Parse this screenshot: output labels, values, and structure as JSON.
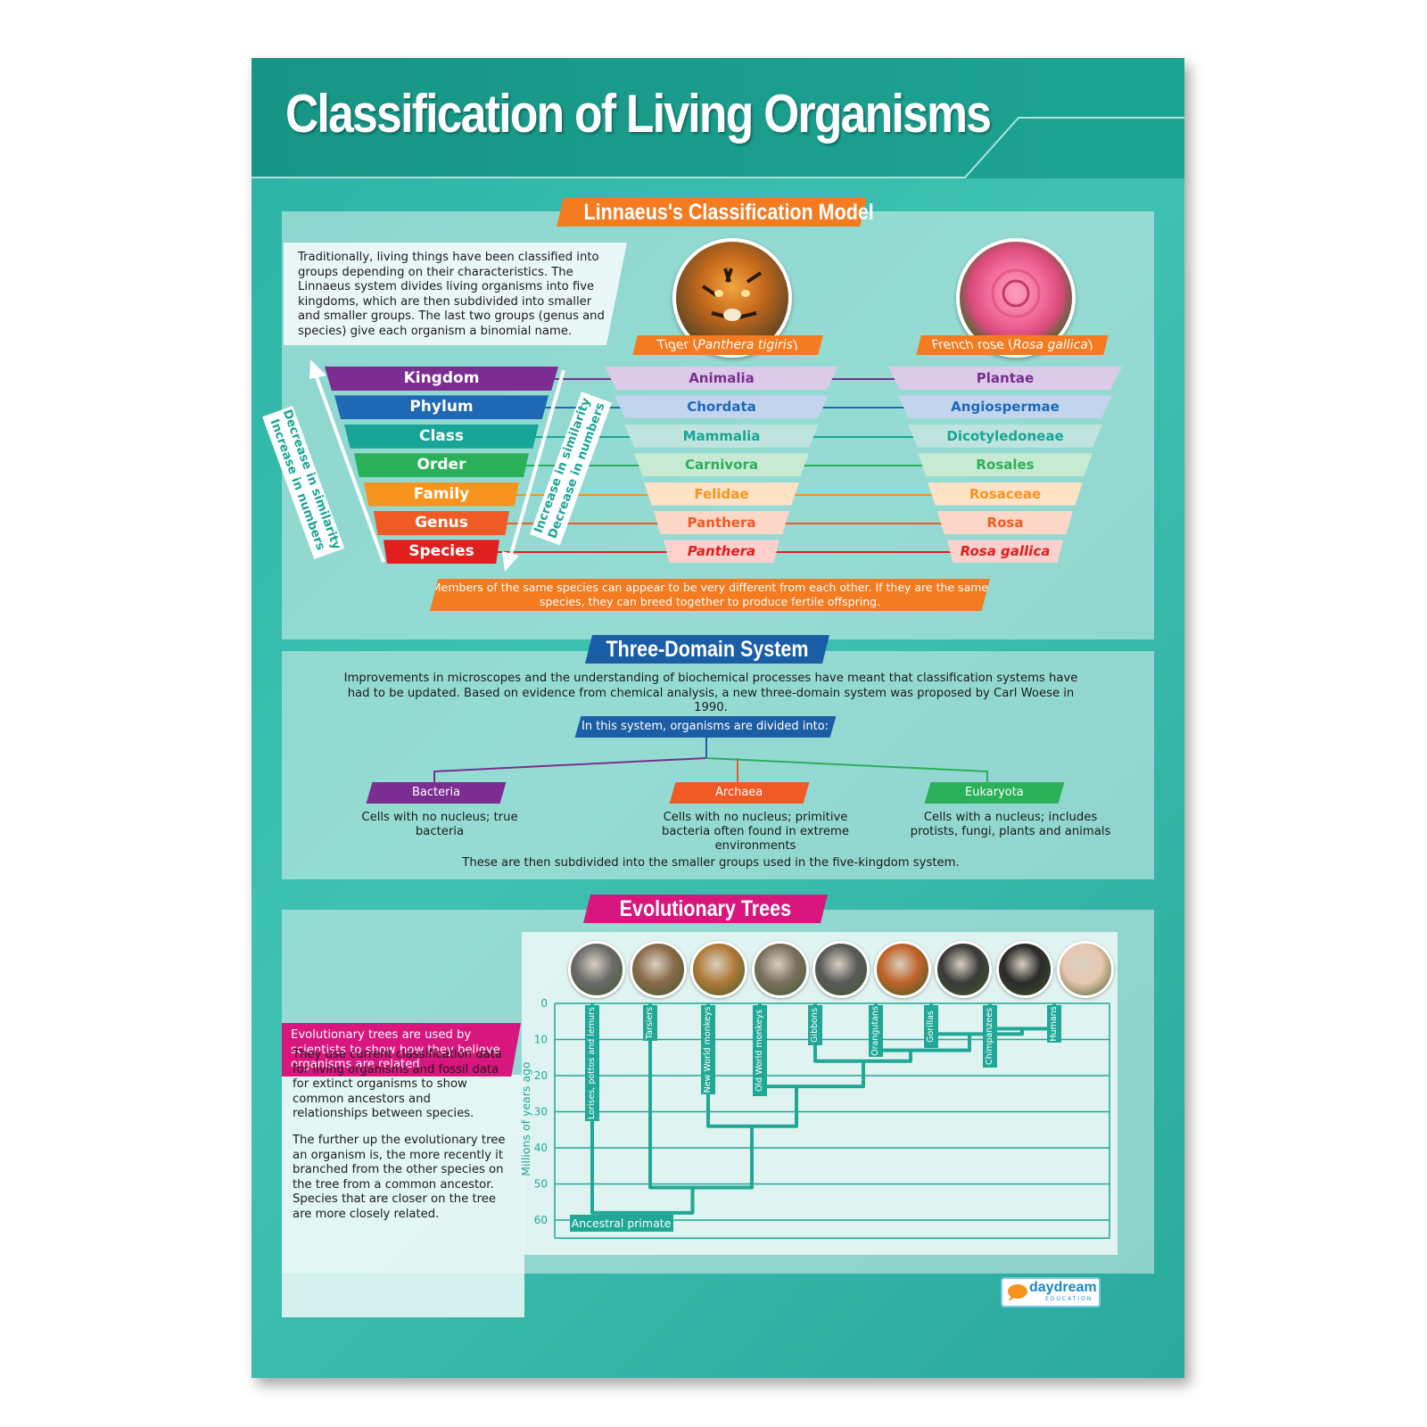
{
  "title": "Classification of Living Organisms",
  "linnaeus": {
    "label": "Linnaeus's Classification Model",
    "intro": "Traditionally, living things have been classified into groups depending on their characteristics. The Linnaeus system divides living organisms into five kingdoms, which are then subdivided into smaller and smaller groups. The last two groups (genus and species) give each organism a binomial name.",
    "tiger_caption": "Tiger (",
    "tiger_latin": "Panthera tigiris",
    "rose_caption": "French rose (",
    "rose_latin": "Rosa gallica",
    "close_paren": ")",
    "ranks": [
      "Kingdom",
      "Phylum",
      "Class",
      "Order",
      "Family",
      "Genus",
      "Species"
    ],
    "tiger": [
      "Animalia",
      "Chordata",
      "Mammalia",
      "Carnivora",
      "Felidae",
      "Panthera",
      "Panthera tigiris"
    ],
    "rose": [
      "Plantae",
      "Angiospermae",
      "Dicotyledoneae",
      "Rosales",
      "Rosaceae",
      "Rosa",
      "Rosa gallica"
    ],
    "left_arrow_line1": "Decrease in similarity",
    "left_arrow_line2": "Increase in numbers",
    "right_arrow_line1": "Increase in similarity",
    "right_arrow_line2": "Decrease in numbers",
    "note": "Members of the same species can appear to be very different from each other. If they are the same species, they can breed together to produce fertile offspring.",
    "colors": [
      "#7b2d91",
      "#1f68b5",
      "#16a596",
      "#2bb05a",
      "#f7941d",
      "#f15a24",
      "#e0201e"
    ],
    "tax_bg": [
      "#dccbe8",
      "#c3d4ee",
      "#bfe4df",
      "#c7ead2",
      "#fde2c6",
      "#fcd7c7",
      "#fbd0cd"
    ],
    "tax_fg": [
      "#7b2d91",
      "#1f68b5",
      "#16a596",
      "#2bb05a",
      "#f7941d",
      "#f15a24",
      "#e0201e"
    ]
  },
  "three_domain": {
    "label": "Three-Domain System",
    "intro": "Improvements in microscopes and the understanding of biochemical processes have meant that classification systems have had to be updated. Based on evidence from chemical analysis, a new three-domain system was proposed by Carl Woese in 1990.",
    "divided": "In this system, organisms are divided into:",
    "domains": [
      {
        "name": "Bacteria",
        "desc": "Cells with no nucleus; true bacteria",
        "color": "#7b2d91"
      },
      {
        "name": "Archaea",
        "desc": "Cells with no nucleus; primitive bacteria often found in extreme environments",
        "color": "#f15a24"
      },
      {
        "name": "Eukaryota",
        "desc": "Cells with a nucleus; includes protists, fungi, plants and animals",
        "color": "#2bb05a"
      }
    ],
    "footer": "These are then subdivided into the smaller groups used in the five-kingdom system."
  },
  "evolution": {
    "label": "Evolutionary Trees",
    "pink": "Evolutionary trees are used by scientists to show how they believe organisms are related.",
    "para1": "They use current classification data for living organisms and fossil data for extinct organisms to show common ancestors and relationships between species.",
    "para2": "The further up the evolutionary tree an organism is, the more recently it branched from the other species on the tree from a common ancestor. Species that are closer on the tree are more closely related.",
    "ylabel": "Millions of years ago",
    "yticks": [
      "0",
      "10",
      "20",
      "30",
      "40",
      "50",
      "60"
    ],
    "groups": [
      "Lorises, pottos and lemurs",
      "Tarsiers",
      "New World monkeys",
      "Old World monkeys",
      "Gibbons",
      "Orangutans",
      "Gorillas",
      "Chimpanzees",
      "Humans"
    ],
    "ancestor": "Ancestral primate",
    "teal": "#20a896"
  },
  "logo": "daydream",
  "logo_sub": "EDUCATION"
}
